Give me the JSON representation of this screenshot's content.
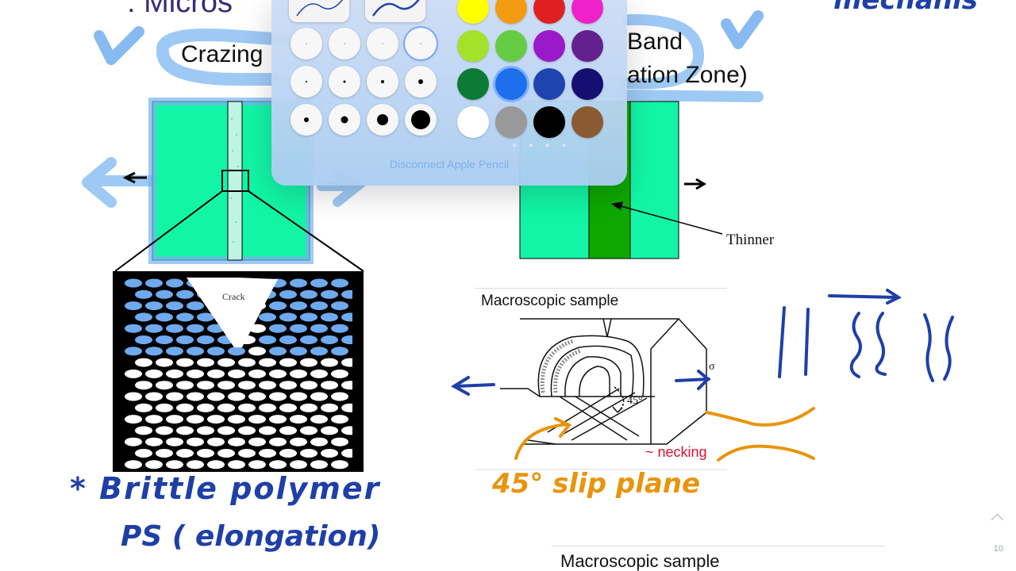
{
  "slide": {
    "title_fragment": ": Micros",
    "crazing_label": "Crazing",
    "shear_label_line1": "Band",
    "shear_label_line2": "ation Zone)",
    "crack_label": "Crack",
    "thinner_label": "Thinner",
    "macro_label_1": "Macroscopic sample",
    "angle_label": "45°",
    "sigma_label": "σ",
    "necking_label": "~ necking",
    "macro_label_2": "Macroscopic sample",
    "top_right_fragment": "mechanis",
    "page_number": "10"
  },
  "handwriting": {
    "brittle": "* Brittle polymer",
    "ps_elongation": "PS ( elongation)",
    "slip_plane": "45° slip plane"
  },
  "palette": {
    "disconnect_label": "Disconnect Apple Pencil",
    "pen_styles": [
      "pen-thin",
      "pen-thick"
    ],
    "dot_sizes": [
      [
        1,
        1,
        1,
        1
      ],
      [
        2,
        3,
        4,
        6
      ],
      [
        6,
        9,
        14,
        24
      ]
    ],
    "colors": [
      "#ffff00",
      "#f39c12",
      "#e02020",
      "#ee22c8",
      "#a4e22a",
      "#66cc44",
      "#9a19c8",
      "#63208e",
      "#0b7a35",
      "#1d6fee",
      "#1f44b0",
      "#140f70",
      "#ffffff",
      "#999999",
      "#000000",
      "#8a5a33"
    ],
    "selected_color_index": 9
  },
  "colors": {
    "green_light": "#12f5a6",
    "green_dark": "#0da800",
    "ink_blue": "#1f3fa8",
    "ink_orange": "#e8940e",
    "highlight_blue": "#7ab3f0",
    "necking_red": "#e01030"
  }
}
